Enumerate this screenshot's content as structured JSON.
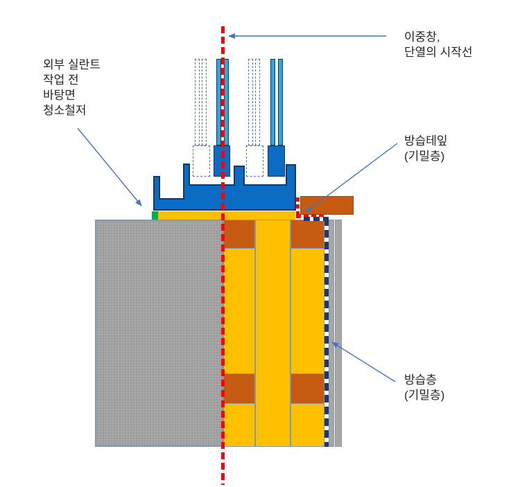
{
  "labels": {
    "sealant_note": {
      "line1": "외부 실란트",
      "line2": "작업 전",
      "line3": "바탕면",
      "line4": "청소철저"
    },
    "centerline_note": {
      "line1": "이중창,",
      "line2": "단열의 시작선"
    },
    "vapor_tape": {
      "line1": "방습테잎",
      "line2": "(기밀층)"
    },
    "vapor_layer": {
      "line1": "방습층",
      "line2": "(기밀층)"
    }
  },
  "colors": {
    "frame_blue": "#0C6CC3",
    "frame_outline": "#17375E",
    "glass_blue": "#2EA6DE",
    "ghost_dash_blue": "#4472C4",
    "insulation_yellow": "#FFC000",
    "wood_brown": "#C55A11",
    "trim_orange": "#C55A11",
    "sealant_green": "#00B050",
    "wall_gray": "#A6A6A6",
    "wall_border": "#8496B0",
    "vapor_navy": "#1F3864",
    "centerline_red": "#FF0000",
    "arrow_blue": "#4472C4",
    "text": "#262626"
  }
}
